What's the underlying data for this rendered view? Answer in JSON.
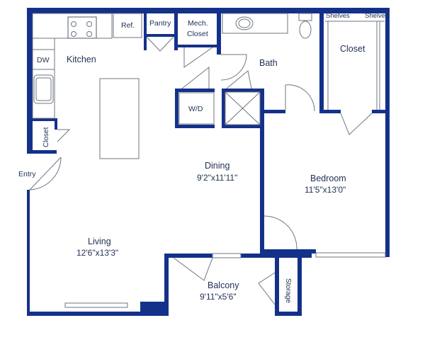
{
  "colors": {
    "wall": "#14318a",
    "line": "#6e7480",
    "text": "#1e2f52",
    "window": "#ffffff"
  },
  "rooms": {
    "kitchen": {
      "name": "Kitchen"
    },
    "bath": {
      "name": "Bath"
    },
    "closet_main": {
      "name": "Closet"
    },
    "dining": {
      "name": "Dining",
      "dims": "9'2\"x11'11\""
    },
    "bedroom": {
      "name": "Bedroom",
      "dims": "11'5\"x13'0\""
    },
    "living": {
      "name": "Living",
      "dims": "12'6\"x13'3\""
    },
    "balcony": {
      "name": "Balcony",
      "dims": "9'11\"x5'6\""
    }
  },
  "fixtures": {
    "ref": "Ref.",
    "pantry": "Pantry",
    "mech_line1": "Mech.",
    "mech_line2": "Closet",
    "dw": "DW",
    "wd": "W/D",
    "closet_small": "Closet",
    "entry": "Entry",
    "storage": "Storage",
    "shelves_left": "Shelves",
    "shelves_right": "Shelves"
  }
}
